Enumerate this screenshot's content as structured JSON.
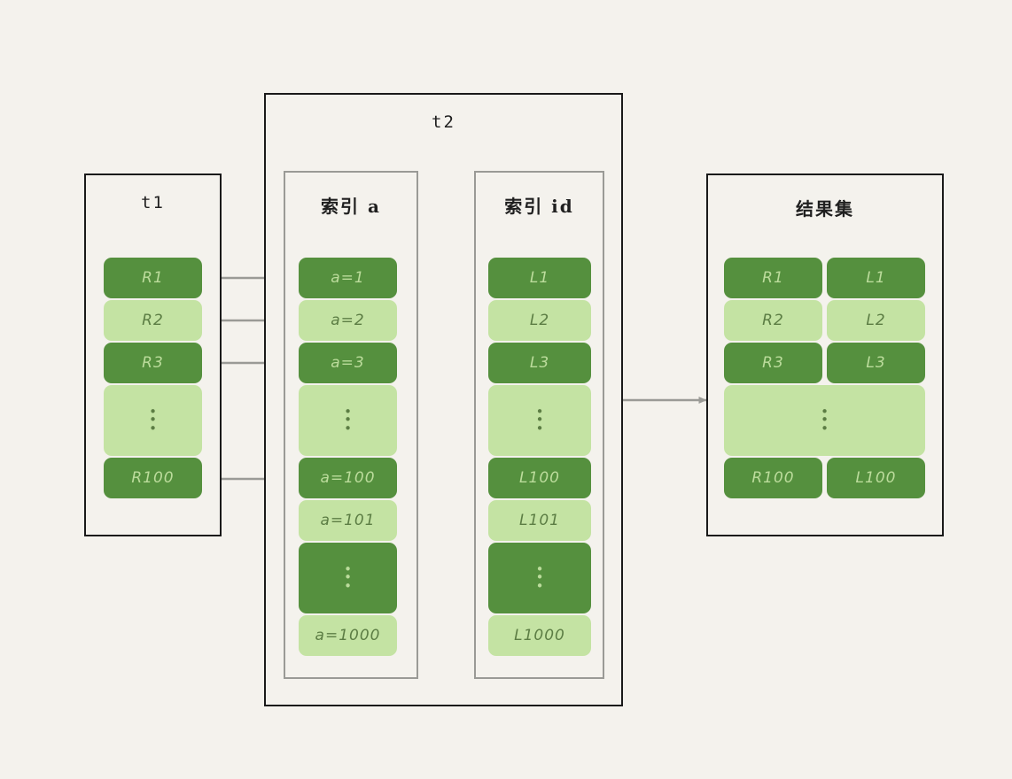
{
  "diagram": {
    "background_color": "#f4f2ed",
    "colors": {
      "dark_green": "#55903e",
      "light_green": "#c4e3a3",
      "dark_text": "#bcdc9c",
      "light_text": "#5c7d44",
      "connector": "#9a9a96",
      "outer_border": "#1a1a1a",
      "inner_border": "#9a9a96"
    },
    "panels": {
      "t1": {
        "title": "t1"
      },
      "t2": {
        "title": "t2"
      },
      "index_a": {
        "title": "索引 a"
      },
      "index_id": {
        "title": "索引 id"
      },
      "result_set": {
        "title": "结果集"
      }
    },
    "t1_rows": [
      {
        "label": "R1",
        "shade": "dark",
        "ellipsis": false
      },
      {
        "label": "R2",
        "shade": "light",
        "ellipsis": false
      },
      {
        "label": "R3",
        "shade": "dark",
        "ellipsis": false
      },
      {
        "label": "⋮",
        "shade": "light",
        "ellipsis": true
      },
      {
        "label": "R100",
        "shade": "dark",
        "ellipsis": false
      }
    ],
    "index_a_rows": [
      {
        "label": "a=1",
        "shade": "dark",
        "ellipsis": false
      },
      {
        "label": "a=2",
        "shade": "light",
        "ellipsis": false
      },
      {
        "label": "a=3",
        "shade": "dark",
        "ellipsis": false
      },
      {
        "label": "⋮",
        "shade": "light",
        "ellipsis": true
      },
      {
        "label": "a=100",
        "shade": "dark",
        "ellipsis": false
      },
      {
        "label": "a=101",
        "shade": "light",
        "ellipsis": false
      },
      {
        "label": "⋮",
        "shade": "dark",
        "ellipsis": true
      },
      {
        "label": "a=1000",
        "shade": "light",
        "ellipsis": false
      }
    ],
    "index_id_rows": [
      {
        "label": "L1",
        "shade": "dark",
        "ellipsis": false
      },
      {
        "label": "L2",
        "shade": "light",
        "ellipsis": false
      },
      {
        "label": "L3",
        "shade": "dark",
        "ellipsis": false
      },
      {
        "label": "⋮",
        "shade": "light",
        "ellipsis": true
      },
      {
        "label": "L100",
        "shade": "dark",
        "ellipsis": false
      },
      {
        "label": "L101",
        "shade": "light",
        "ellipsis": false
      },
      {
        "label": "⋮",
        "shade": "dark",
        "ellipsis": true
      },
      {
        "label": "L1000",
        "shade": "light",
        "ellipsis": false
      }
    ],
    "result_rows": [
      {
        "left": "R1",
        "right": "L1",
        "shade": "dark",
        "ellipsis": false
      },
      {
        "left": "R2",
        "right": "L2",
        "shade": "light",
        "ellipsis": false
      },
      {
        "left": "R3",
        "right": "L3",
        "shade": "dark",
        "ellipsis": false
      },
      {
        "left": "⋮",
        "right": "",
        "shade": "light",
        "ellipsis": true
      },
      {
        "left": "R100",
        "right": "L100",
        "shade": "dark",
        "ellipsis": false
      }
    ]
  }
}
